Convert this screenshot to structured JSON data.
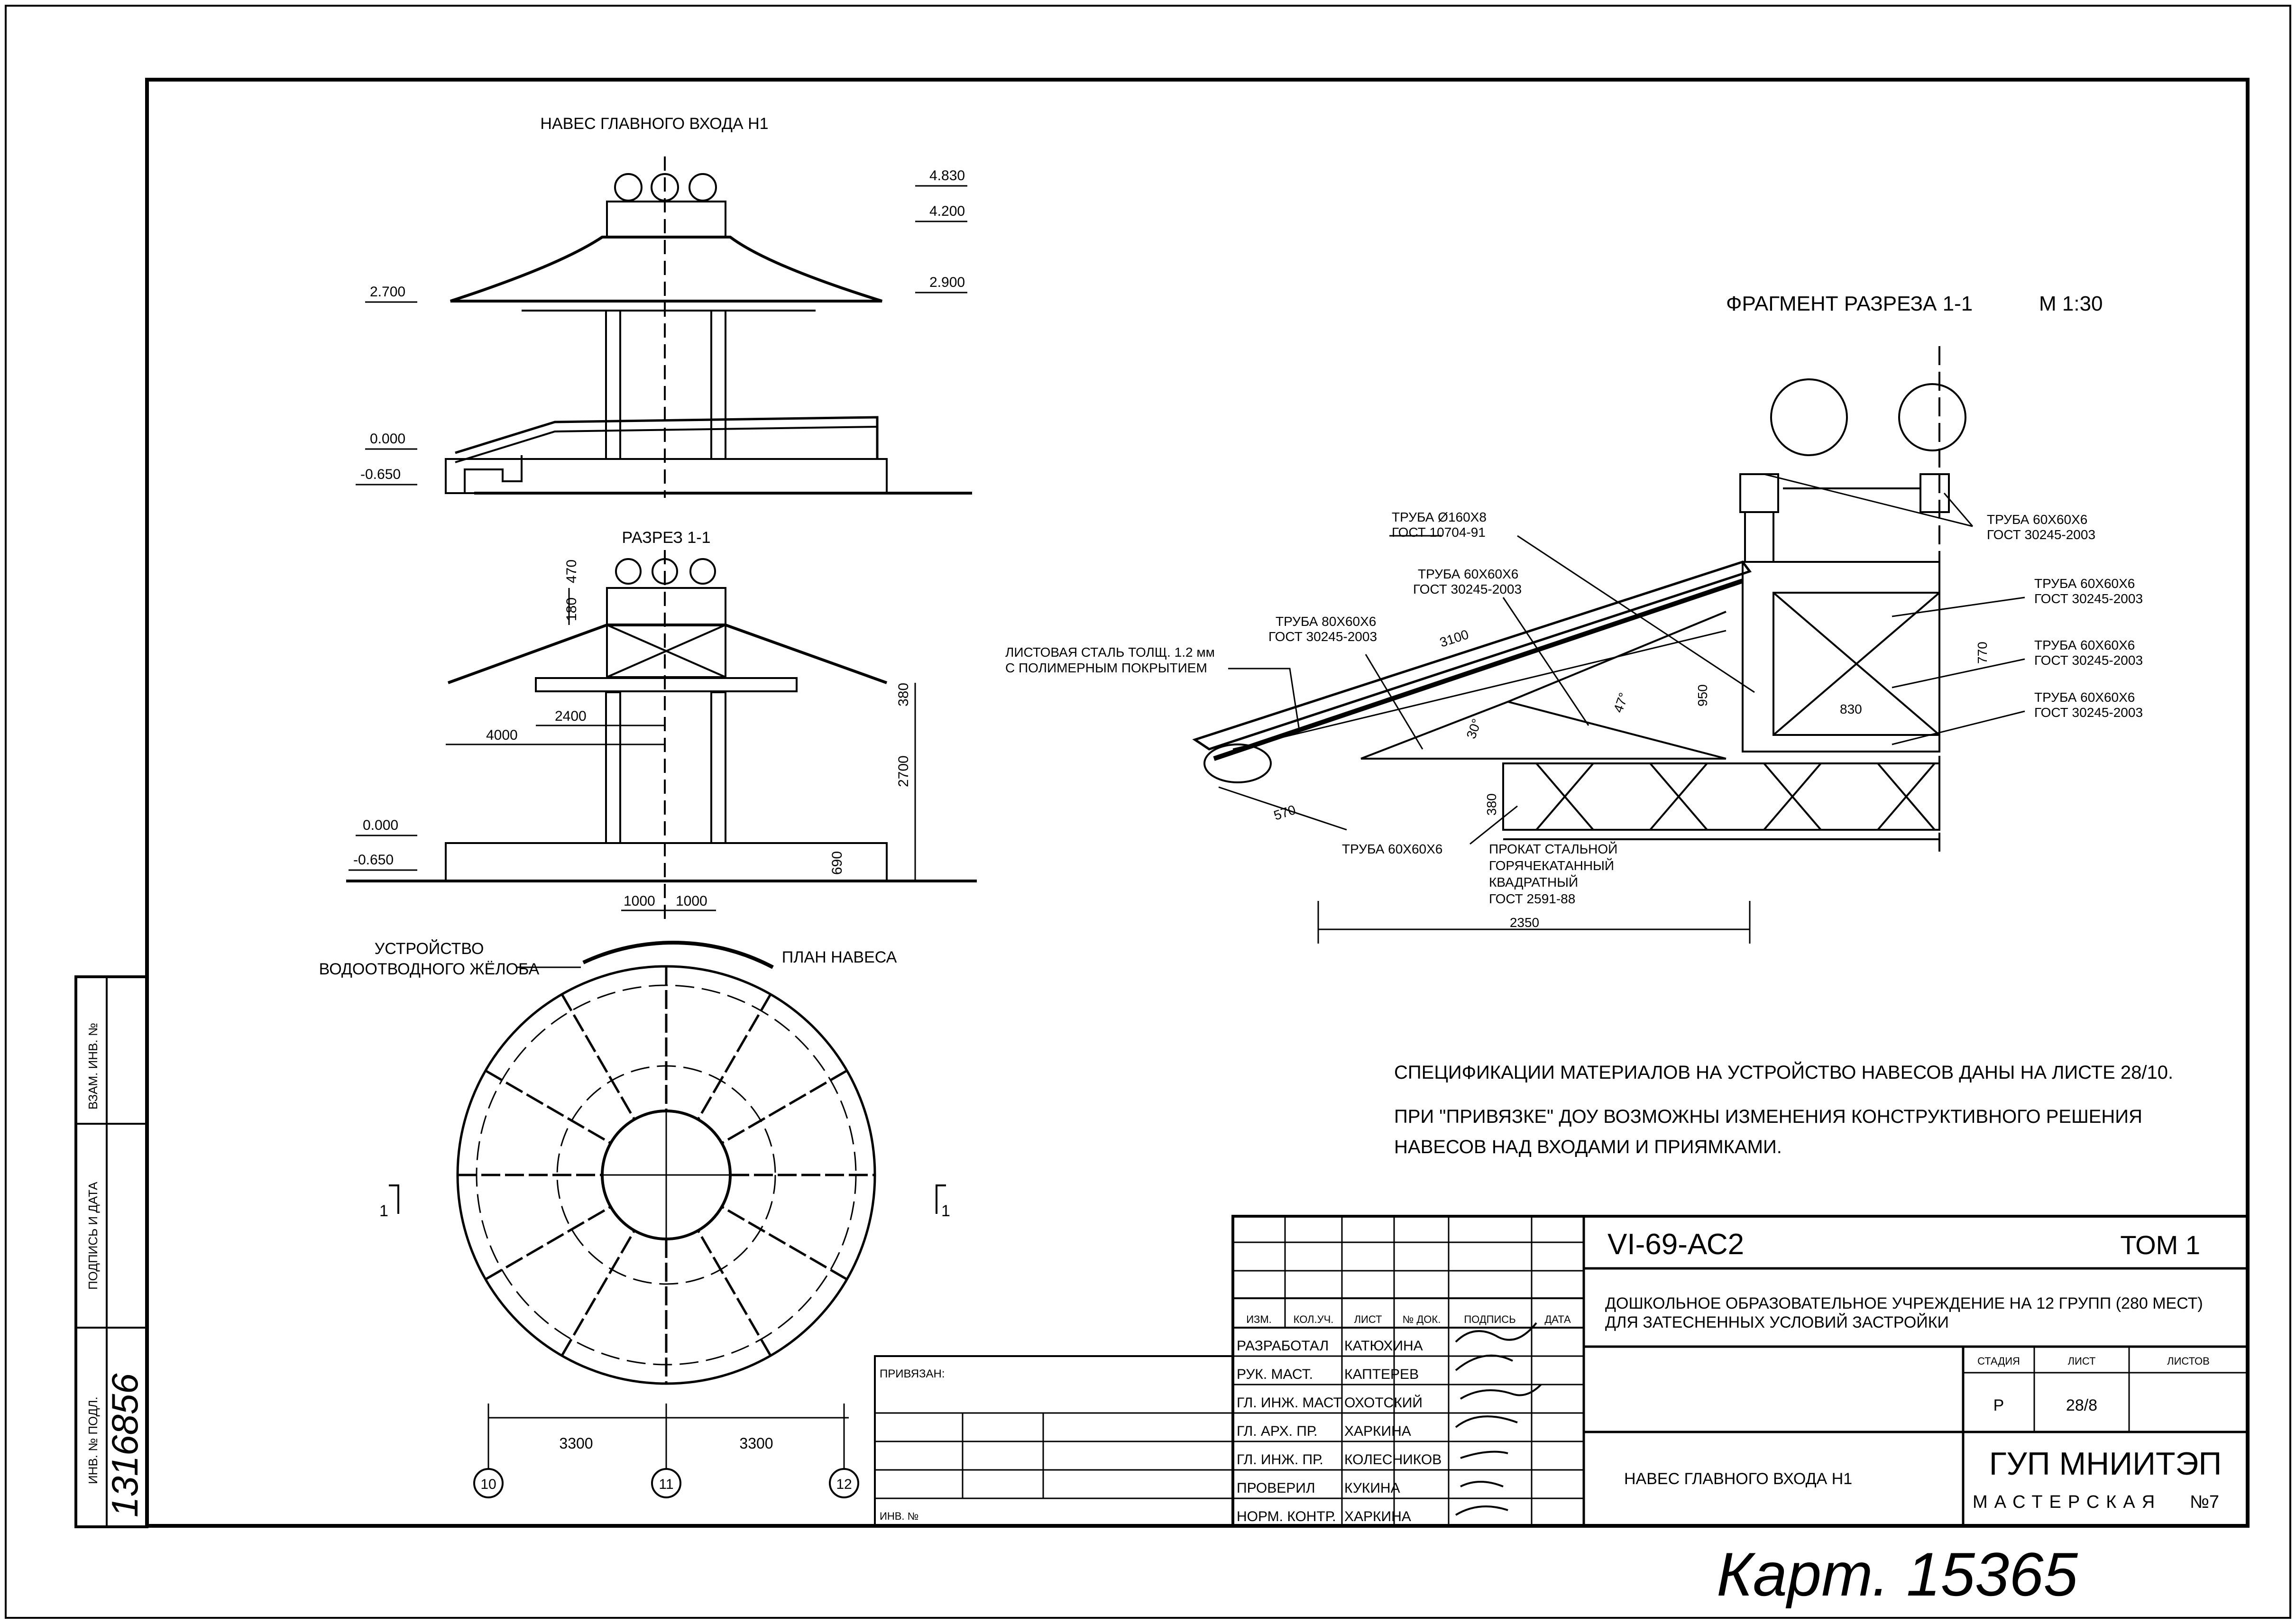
{
  "elevation": {
    "title": "НАВЕС ГЛАВНОГО ВХОДА Н1",
    "levels": [
      "4.830",
      "4.200",
      "2.900",
      "2.700",
      "0.000",
      "-0.650"
    ]
  },
  "section": {
    "title": "РАЗРЕЗ 1-1",
    "dims": [
      "470",
      "180",
      "380",
      "2700",
      "690",
      "2400",
      "4000",
      "1000",
      "1000"
    ],
    "levels": [
      "0.000",
      "-0.650"
    ]
  },
  "plan": {
    "title": "ПЛАН НАВЕСА",
    "gutter_label": "УСТРОЙСТВО ВОДООТВОДНОГО ЖЁЛОБА",
    "section_marks": [
      "1",
      "1"
    ],
    "dims": [
      "3300",
      "3300"
    ],
    "axes": [
      "10",
      "11",
      "12"
    ]
  },
  "fragment": {
    "title": "ФРАГМЕНТ РАЗРЕЗА 1-1",
    "scale": "М 1:30",
    "labels": [
      {
        "l1": "ТРУБА Ø160Х8",
        "l2": "ГОСТ 10704-91"
      },
      {
        "l1": "ТРУБА 60Х60Х6",
        "l2": "ГОСТ 30245-2003"
      },
      {
        "l1": "ТРУБА 80Х60Х6",
        "l2": "ГОСТ 30245-2003"
      },
      {
        "l1": "ЛИСТОВАЯ СТАЛЬ ТОЛЩ. 1.2 мм",
        "l2": "С ПОЛИМЕРНЫМ ПОКРЫТИЕМ"
      },
      {
        "l1": "ТРУБА 60Х60Х6",
        "l2": "ГОСТ 30245-2003"
      },
      {
        "l1": "ТРУБА 60Х60Х6",
        "l2": "ГОСТ 30245-2003"
      },
      {
        "l1": "ТРУБА 60Х60Х6",
        "l2": "ГОСТ 30245-2003"
      },
      {
        "l1": "ТРУБА 60Х60Х6",
        "l2": "ГОСТ 30245-2003"
      }
    ],
    "bottom_pipe": "ТРУБА 60Х60Х6",
    "rolled": [
      "ПРОКАТ СТАЛЬНОЙ",
      "ГОРЯЧЕКАТАННЫЙ",
      "КВАДРАТНЫЙ",
      "ГОСТ 2591-88"
    ],
    "dims": [
      "3100",
      "950",
      "770",
      "830",
      "570",
      "380",
      "2350",
      "30°",
      "47°"
    ]
  },
  "notes": [
    "СПЕЦИФИКАЦИИ МАТЕРИАЛОВ НА УСТРОЙСТВО НАВЕСОВ ДАНЫ НА ЛИСТЕ 28/10.",
    "ПРИ \"ПРИВЯЗКЕ\" ДОУ ВОЗМОЖНЫ ИЗМЕНЕНИЯ КОНСТРУКТИВНОГО РЕШЕНИЯ",
    "НАВЕСОВ НАД ВХОДАМИ И ПРИЯМКАМИ."
  ],
  "side_stamp": {
    "inv_vzam": "ВЗАМ. ИНВ. №",
    "sign_date": "ПОДПИСЬ И ДАТА",
    "inv_podl": "ИНВ. № ПОДЛ.",
    "inv_value": "1316856"
  },
  "title_block": {
    "code": "VI-69-АС2",
    "volume": "ТОМ 1",
    "project_line1": "ДОШКОЛЬНОЕ ОБРАЗОВАТЕЛЬНОЕ УЧРЕЖДЕНИЕ НА 12 ГРУПП (280 МЕСТ)",
    "project_line2": "ДЛЯ ЗАТЕСНЕННЫХ УСЛОВИЙ ЗАСТРОЙКИ",
    "header": [
      "ИЗМ.",
      "КОЛ.УЧ.",
      "ЛИСТ",
      "№ ДОК.",
      "ПОДПИСЬ",
      "ДАТА"
    ],
    "staff": [
      {
        "role": "РАЗРАБОТАЛ",
        "name": "КАТЮХИНА"
      },
      {
        "role": "РУК. МАСТ.",
        "name": "КАПТЕРЕВ"
      },
      {
        "role": "ГЛ. ИНЖ. МАСТ",
        "name": "ОХОТСКИЙ"
      },
      {
        "role": "ГЛ. АРХ. ПР.",
        "name": "ХАРКИНА"
      },
      {
        "role": "ГЛ. ИНЖ. ПР.",
        "name": "КОЛЕСНИКОВ"
      },
      {
        "role": "ПРОВЕРИЛ",
        "name": "КУКИНА"
      },
      {
        "role": "НОРМ. КОНТР.",
        "name": "ХАРКИНА"
      }
    ],
    "bound_label": "ПРИВЯЗАН:",
    "inv_label": "ИНВ. №",
    "stage_header": "СТАДИЯ",
    "sheet_header": "ЛИСТ",
    "sheets_header": "ЛИСТОВ",
    "stage": "Р",
    "sheet": "28/8",
    "sheets": "",
    "drawing_name": "НАВЕС ГЛАВНОГО ВХОДА Н1",
    "org": "ГУП МНИИТЭП",
    "workshop": "МАСТЕРСКАЯ",
    "workshop_no": "№7"
  },
  "archive_note": "Карт. 15365"
}
